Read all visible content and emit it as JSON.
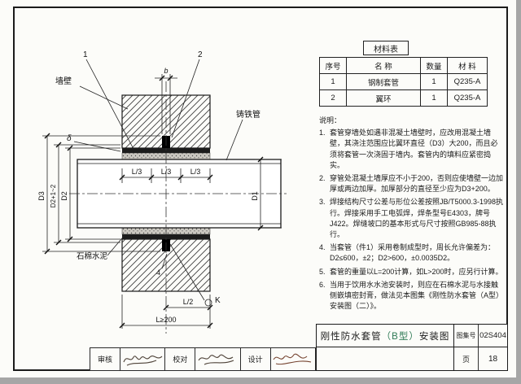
{
  "page": {
    "title_parts": [
      "刚性防水套管",
      "（B型）",
      "安装图"
    ],
    "type_color": "#2e7a55",
    "atlas_no_label": "图集号",
    "atlas_no": "02S404",
    "page_label": "页",
    "page_no": "18",
    "approvals": [
      {
        "role": "审核"
      },
      {
        "role": "校对"
      },
      {
        "role": "设计"
      }
    ]
  },
  "materials_table": {
    "title": "材料表",
    "headers": [
      "序号",
      "名 称",
      "数量",
      "材 料"
    ],
    "rows": [
      [
        "1",
        "钢制套管",
        "1",
        "Q235-A"
      ],
      [
        "2",
        "翼环",
        "1",
        "Q235-A"
      ]
    ]
  },
  "notes": {
    "heading": "说明：",
    "items": [
      {
        "num": "1.",
        "text": "套管穿墙处如遇非混凝土墙壁时，应改用混凝土墙壁，其浇注范围应比翼环直径（D3）大200，而且必须将套管一次浇固于墙内。套管内的填料应紧密捣实。"
      },
      {
        "num": "2.",
        "text": "穿管处混凝土墙厚应不小于200，否则应使墙壁一边加厚或两边加厚。加厚部分的直径至少应为D3+200。"
      },
      {
        "num": "3.",
        "text": "焊接结构尺寸公差与形位公差按照JB/T5000.3-1998执行。焊接采用手工电弧焊，焊条型号E4303，牌号J422。焊缝坡口的基本形式与尺寸按照GB985-88执行。"
      },
      {
        "num": "4.",
        "text": "当套管（件1）采用卷制成型时，周长允许偏差为：D2≤600，±2；D2>600，±0.0035D2。"
      },
      {
        "num": "5.",
        "text": "套管的重量以L=200计算，如L>200时，应另行计算。"
      },
      {
        "num": "6.",
        "text": "当用于饮用水水池安装时，则应在石棉水泥与水接触侧嵌填密封膏，做法见本图集《刚性防水套管（A型）安装图（二）》。"
      }
    ]
  },
  "drawing": {
    "labels": {
      "wall": "墙壁",
      "pipe": "铸铁管",
      "asbestos_cement": "石棉水泥",
      "callout_1": "1",
      "callout_2": "2",
      "dim_b": "b",
      "dim_delta": "δ",
      "dim_d3": "D3",
      "dim_d2_clearance": "D2+1~2",
      "dim_d2": "D2",
      "dim_d1": "D1",
      "dim_l3": "L/3",
      "dim_l2": "L/2",
      "dim_l_min": "L≥200",
      "weld_size": "4",
      "weld_mark": "K"
    }
  }
}
